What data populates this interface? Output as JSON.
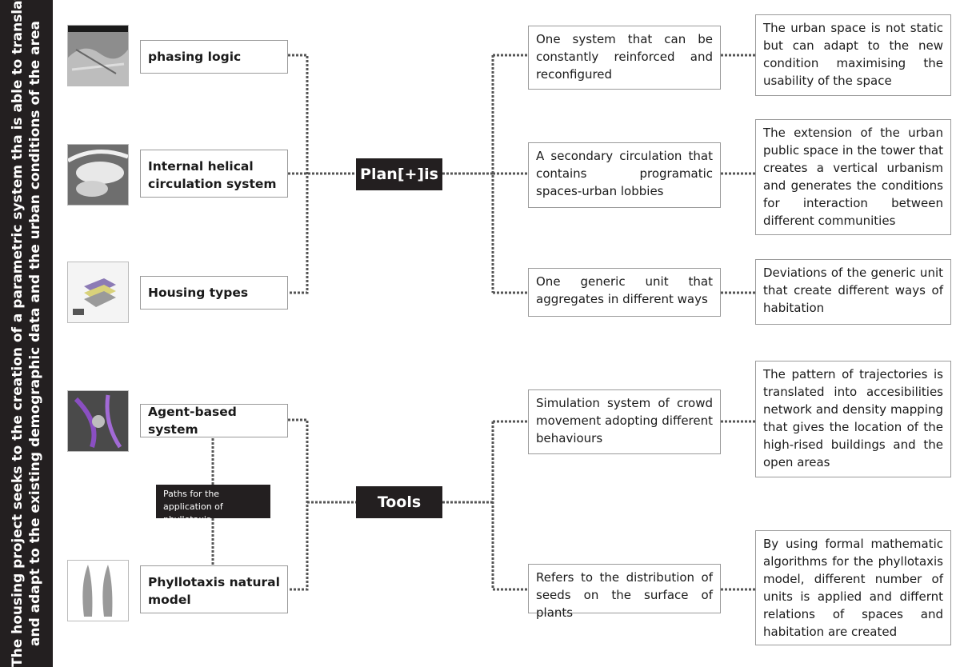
{
  "sidebar": {
    "line1": "The housing project seeks to the creation of a parametric system tha is able to translate",
    "line2": "and adapt to the existing demographic data and the urban conditions of the area"
  },
  "hubs": {
    "top": "Plan[+]is",
    "bottom": "Tools"
  },
  "left_items": {
    "phasing": "phasing logic",
    "helical": "Internal helical circulation system",
    "housing": "Housing types",
    "agent": "Agent-based system",
    "phyllotaxis": "Phyllotaxis natural model"
  },
  "note": "Paths for the application of phyllotaxis",
  "mid_items": {
    "m1": "One system that can be constantly reinforced and reconfigured",
    "m2": "A secondary circulation that contains programatic spaces-urban lobbies",
    "m3": "One generic unit that aggregates in different ways",
    "m4": "Simulation system of crowd movement adopting different behaviours",
    "m5": "Refers to the distribution of seeds on the surface of plants"
  },
  "right_items": {
    "r1": "The urban space is not static but can adapt to the new condition maximising the usability of the space",
    "r2": "The extension of the urban public space in the tower that creates a vertical urbanism and generates the conditions for interaction between different communities",
    "r3": "Deviations of the generic unit that create different ways of habitation",
    "r4": "The pattern of trajectories is translated into accesibilities network and density mapping that gives the location of the high-rised buildings and the open areas",
    "r5": "By using formal mathematic algorithms for the phyllotaxis model, different number of units is applied and differnt relations of spaces and habitation are created"
  },
  "colors": {
    "dark": "#231f20",
    "connector": "#555555",
    "border": "#9a9a9a"
  }
}
